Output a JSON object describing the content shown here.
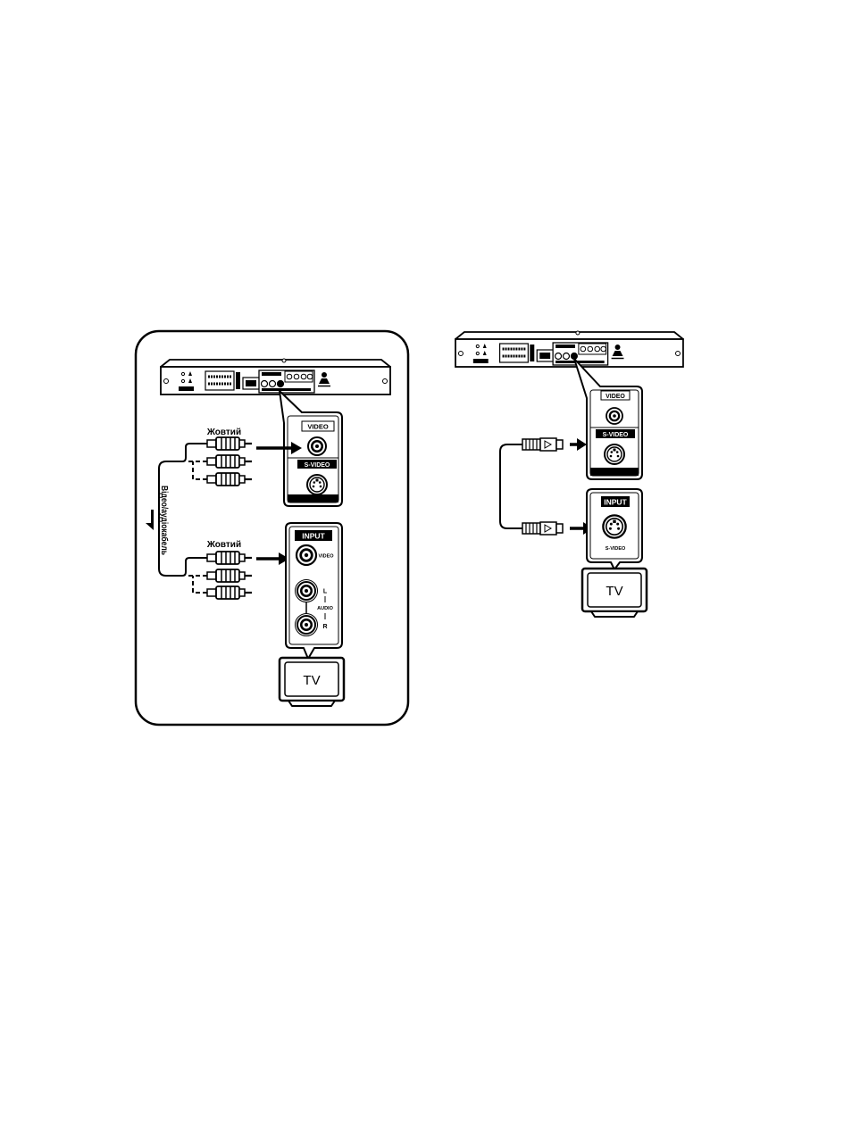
{
  "colors": {
    "ink": "#000000",
    "paper": "#ffffff"
  },
  "left_diagram": {
    "video_output_panel": {
      "video_label": "VIDEO",
      "svideo_label": "S-VIDEO"
    },
    "upper_plugs_label": "Жовтий",
    "cable_label": "Відео/аудіокабель",
    "lower_plugs_label": "Жовтий",
    "tv_input_panel": {
      "title": "INPUT",
      "video_label": "VIDEO",
      "audio_left_label": "L",
      "audio_label": "AUDIO",
      "audio_right_label": "R"
    },
    "tv_label": "TV"
  },
  "right_diagram": {
    "video_output_panel": {
      "video_label": "VIDEO",
      "svideo_label": "S-VIDEO"
    },
    "tv_input_panel": {
      "title": "INPUT",
      "svideo_label": "S-VIDEO"
    },
    "tv_label": "TV"
  }
}
